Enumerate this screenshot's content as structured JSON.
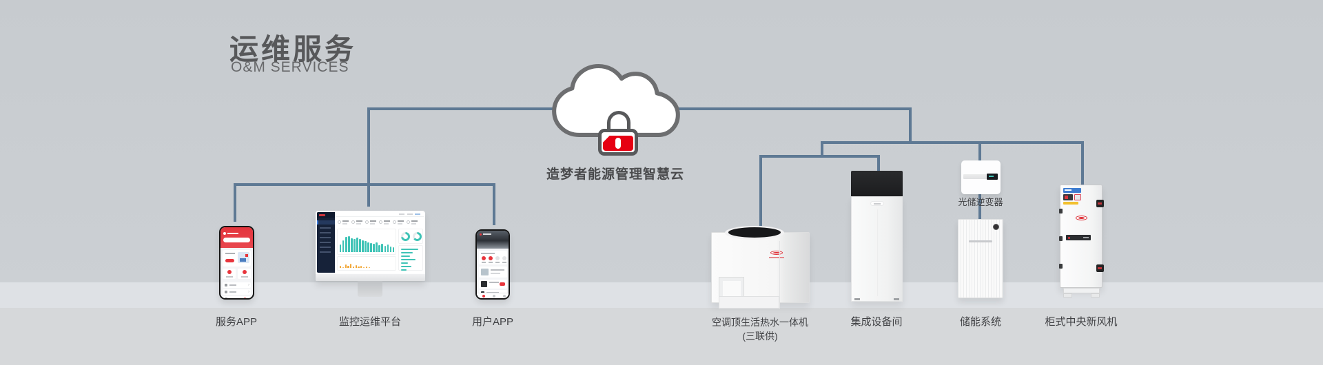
{
  "header": {
    "title": "运维服务",
    "subtitle": "O&M SERVICES"
  },
  "cloud": {
    "label": "造梦者能源管理智慧云",
    "icon": "cloud-lock-icon"
  },
  "devices": {
    "service_app": {
      "label": "服务APP"
    },
    "monitor_platform": {
      "label": "监控运维平台"
    },
    "user_app": {
      "label": "用户APP"
    },
    "hvac_unit": {
      "label": "空调顶生活热水一体机",
      "sublabel": "(三联供)"
    },
    "equipment_room": {
      "label": "集成设备间"
    },
    "pv_inverter": {
      "label": "光储逆变器"
    },
    "energy_storage": {
      "label": "储能系统"
    },
    "fresh_air_unit": {
      "label": "柜式中央新风机"
    }
  },
  "colors": {
    "accent_red": "#e60012",
    "connector_line": "#5e7994",
    "cloud_outline": "#6d6e70",
    "lock_gray": "#58595b",
    "background_top": "#cbced2",
    "background_band": "#dee1e5",
    "background_floor": "#d6d8da",
    "dashboard_teal": "#3fc3b6",
    "dashboard_orange": "#f2a93b",
    "dashboard_navy": "#162239"
  },
  "monitor_dashboard": {
    "type": "bar",
    "teal_bars": [
      42,
      62,
      80,
      86,
      74,
      70,
      76,
      71,
      63,
      58,
      53,
      48,
      43,
      52,
      38,
      46,
      33,
      41,
      30,
      26
    ],
    "orange_bars": [
      34,
      14,
      50,
      30,
      62,
      20,
      42,
      16,
      34,
      12,
      25,
      14
    ],
    "donuts": [
      72,
      65
    ],
    "hbars": [
      88,
      62,
      48,
      75,
      35,
      55,
      28
    ]
  }
}
